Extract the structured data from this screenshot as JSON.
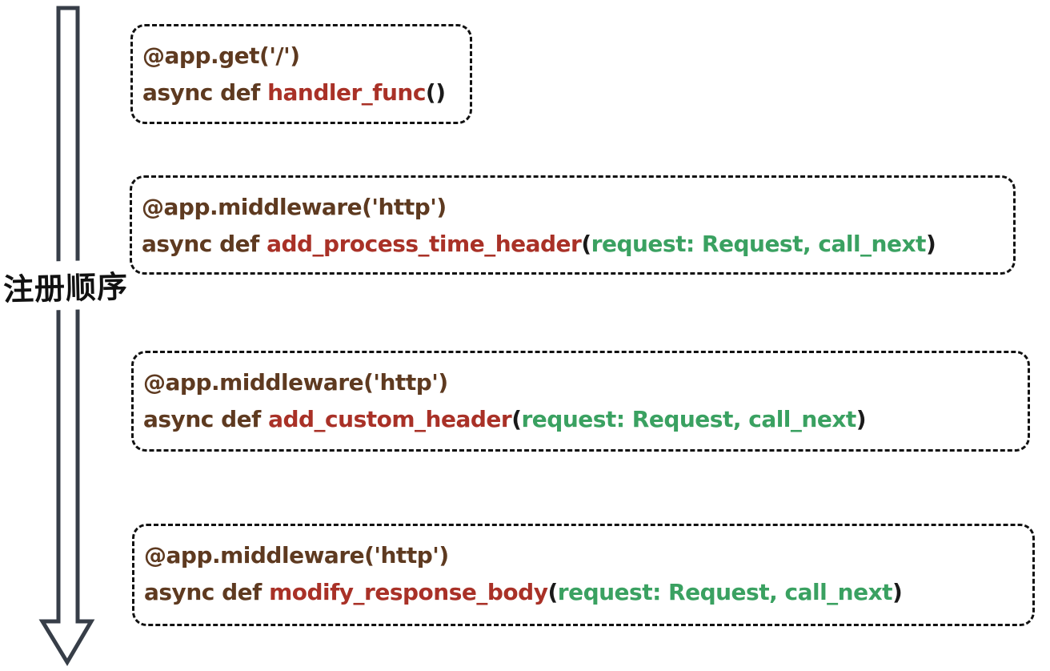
{
  "arrow": {
    "label": "注册顺序",
    "color": "#373e48",
    "direction": "down"
  },
  "colors": {
    "decorator": "#5e3a20",
    "keyword": "#5e3a20",
    "function_name": "#a93127",
    "parameters": "#3aa161",
    "punctuation": "#1a1a1a",
    "border": "#111111",
    "background": "#ffffff"
  },
  "boxes": [
    {
      "line1": "@app.get('/')",
      "line2": {
        "keyword": "async def ",
        "func": "handler_func",
        "open": "(",
        "params": "",
        "close": ")"
      }
    },
    {
      "line1": "@app.middleware('http')",
      "line2": {
        "keyword": "async def ",
        "func": "add_process_time_header",
        "open": "(",
        "params": "request: Request, call_next",
        "close": ")"
      }
    },
    {
      "line1": "@app.middleware('http')",
      "line2": {
        "keyword": "async def ",
        "func": "add_custom_header",
        "open": "(",
        "params": "request: Request, call_next",
        "close": ")"
      }
    },
    {
      "line1": "@app.middleware('http')",
      "line2": {
        "keyword": "async def ",
        "func": "modify_response_body",
        "open": "(",
        "params": "request: Request, call_next",
        "close": ")"
      }
    }
  ]
}
